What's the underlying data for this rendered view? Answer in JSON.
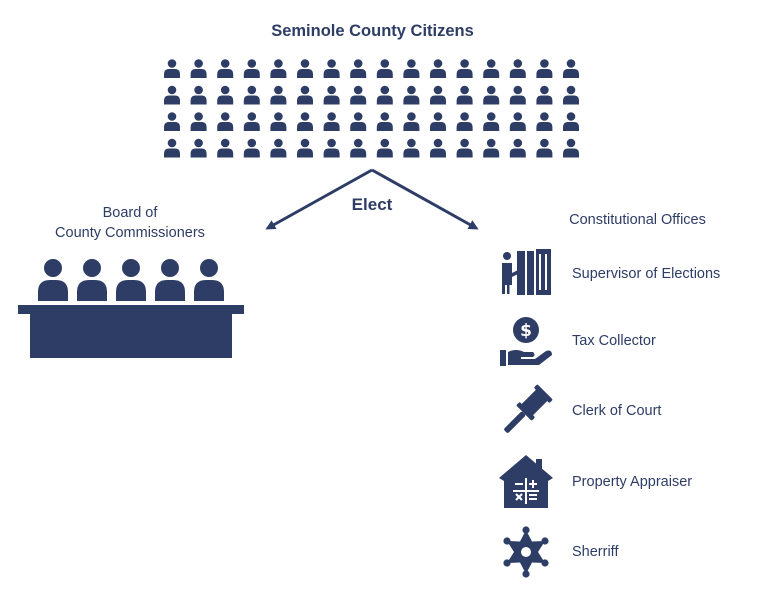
{
  "title": "Seminole County Citizens",
  "edge_label": "Elect",
  "board": {
    "title_lines": [
      "Board of",
      "County Commissioners"
    ],
    "commissioner_count": 5,
    "icon": "commissioners-at-desk-icon"
  },
  "citizens": {
    "rows": 4,
    "columns": 16,
    "icon": "person-icon"
  },
  "offices": {
    "title": "Constitutional Offices",
    "items": [
      {
        "label": "Supervisor of Elections",
        "icon": "voting-booth-icon"
      },
      {
        "label": "Tax Collector",
        "icon": "hand-coin-icon"
      },
      {
        "label": "Clerk of Court",
        "icon": "gavel-icon"
      },
      {
        "label": "Property Appraiser",
        "icon": "house-calculator-icon"
      },
      {
        "label": "Sherriff",
        "icon": "sheriff-star-icon"
      }
    ]
  },
  "colors": {
    "primary": "#2e3d66",
    "background": "#ffffff"
  }
}
